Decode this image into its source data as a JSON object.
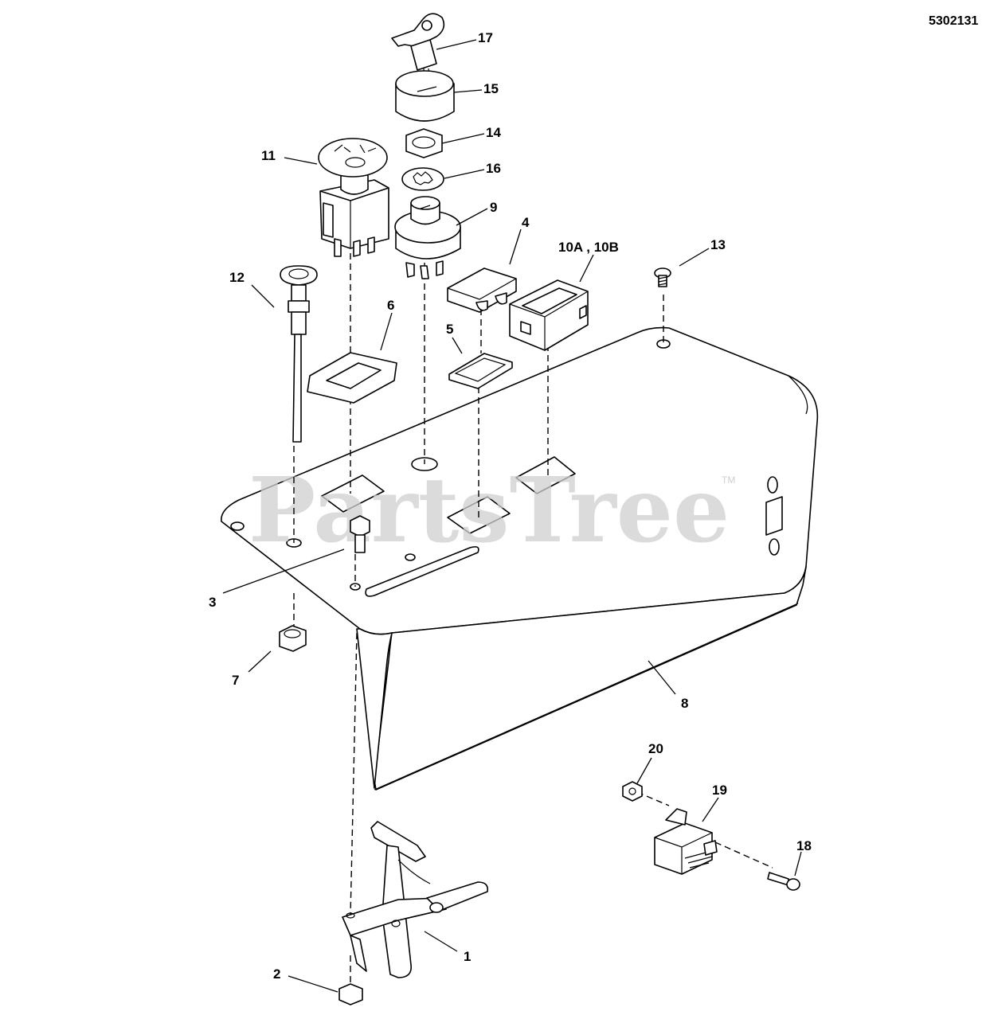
{
  "diagram": {
    "reference_number": "5302131",
    "watermark": "PartsTree",
    "watermark_mark": "TM",
    "callouts": {
      "c1": "1",
      "c2": "2",
      "c3": "3",
      "c4": "4",
      "c5": "5",
      "c6": "6",
      "c7": "7",
      "c8": "8",
      "c9": "9",
      "c10": "10A , 10B",
      "c11": "11",
      "c12": "12",
      "c13": "13",
      "c14": "14",
      "c15": "15",
      "c16": "16",
      "c17": "17",
      "c18": "18",
      "c19": "19",
      "c20": "20"
    }
  }
}
